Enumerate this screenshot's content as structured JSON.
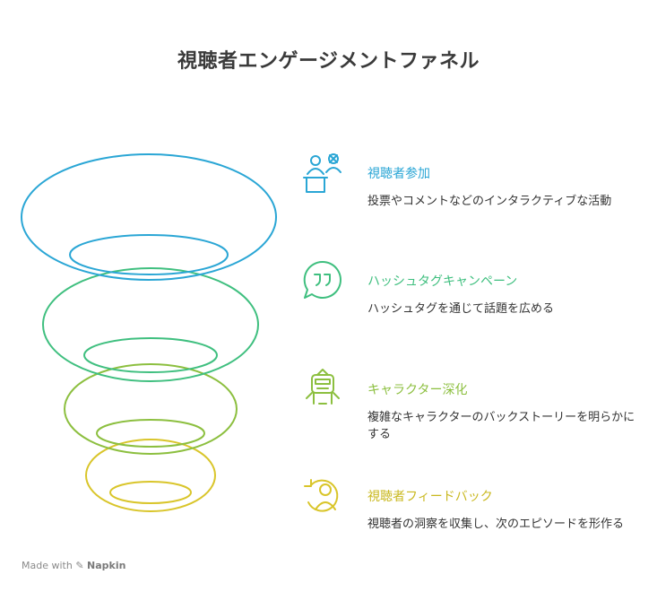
{
  "title": "視聴者エンゲージメントファネル",
  "stages": [
    {
      "name": "視聴者参加",
      "description": "投票やコメントなどのインタラクティブな活動",
      "color": "#2aa6d5",
      "icon": "people-podium-icon"
    },
    {
      "name": "ハッシュタグキャンペーン",
      "description": "ハッシュタグを通じて話題を広める",
      "color": "#3fbf7f",
      "icon": "quote-bubble-icon"
    },
    {
      "name": "キャラクター深化",
      "description": "複雑なキャラクターのバックストーリーを明らかにする",
      "color": "#8cbf3f",
      "icon": "robot-icon"
    },
    {
      "name": "視聴者フィードバック",
      "description": "視聴者の洞察を収集し、次のエピソードを形作る",
      "color": "#d9c52a",
      "icon": "user-feedback-icon"
    }
  ],
  "watermark": {
    "prefix": "Made with",
    "brand": "Napkin"
  }
}
